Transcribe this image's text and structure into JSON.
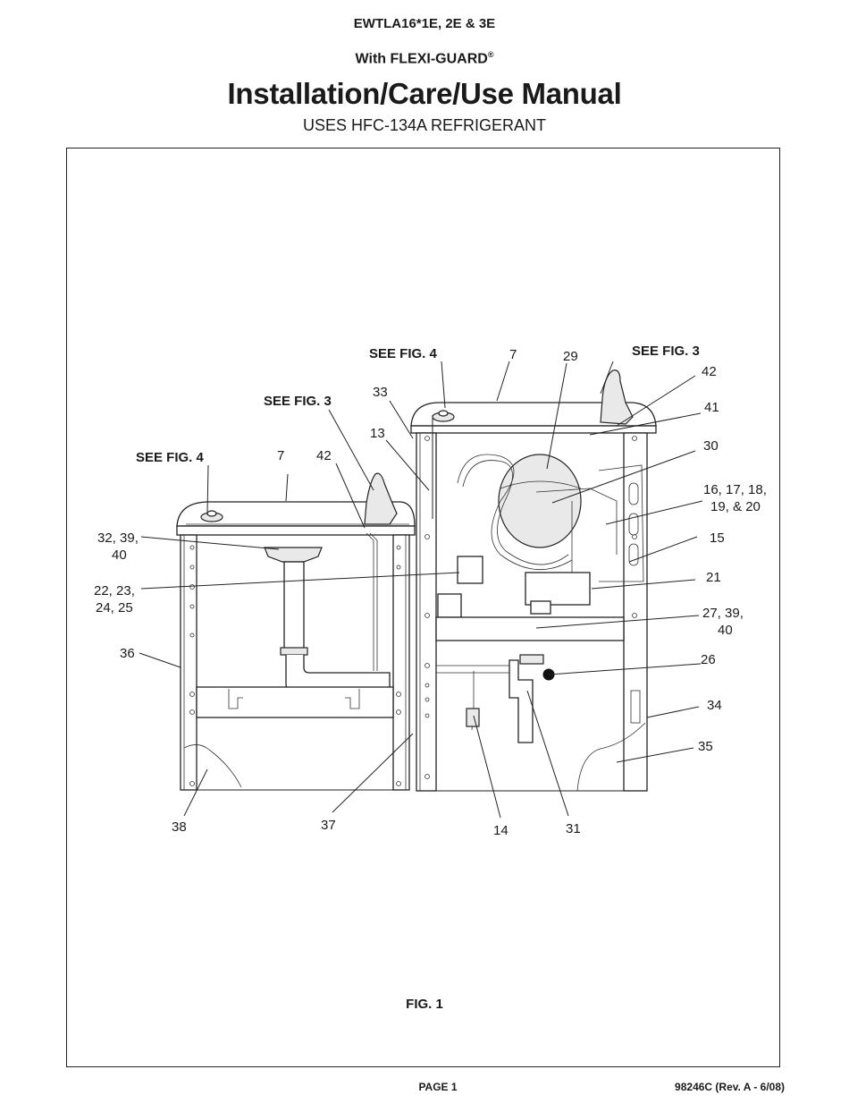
{
  "header": {
    "model": "EWTLA16*1E, 2E & 3E",
    "subtitle_prefix": "With FLEXI-GUARD",
    "registered_mark": "®",
    "title": "Installation/Care/Use Manual",
    "refrigerant": "USES HFC-134A REFRIGERANT"
  },
  "figure": {
    "caption": "FIG. 1",
    "references": {
      "see_fig4_right": "SEE FIG. 4",
      "see_fig3_right": "SEE FIG. 3",
      "see_fig3_left": "SEE FIG. 3",
      "see_fig4_left": "SEE FIG. 4"
    },
    "callouts": {
      "c7_top": "7",
      "c29": "29",
      "c42_right": "42",
      "c33": "33",
      "c41": "41",
      "c13": "13",
      "c30": "30",
      "c7_left": "7",
      "c42_left": "42",
      "c16_line1": "16, 17, 18,",
      "c16_line2": "19, & 20",
      "c32_line1": "32, 39,",
      "c32_line2": "40",
      "c15": "15",
      "c22_line1": "22, 23,",
      "c22_line2": "24, 25",
      "c21": "21",
      "c27_line1": "27, 39,",
      "c27_line2": "40",
      "c36": "36",
      "c26": "26",
      "c34": "34",
      "c35": "35",
      "c38": "38",
      "c37": "37",
      "c14": "14",
      "c31": "31"
    }
  },
  "footer": {
    "page": "PAGE 1",
    "doc_number": "98246C (Rev. A - 6/08)"
  }
}
